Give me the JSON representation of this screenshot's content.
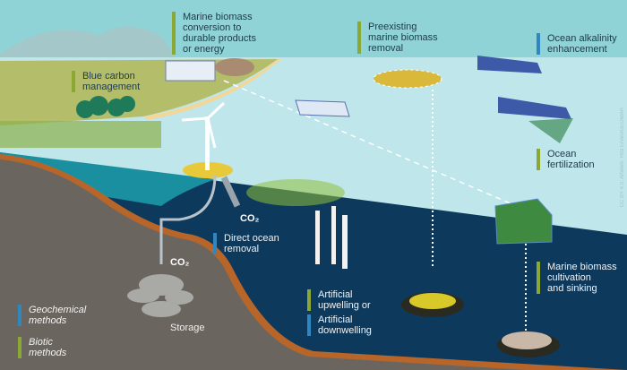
{
  "labels": {
    "conversion": "Marine biomass\nconversion to\ndurable products\nor energy",
    "blue_carbon": "Blue carbon\nmanagement",
    "preexisting": "Preexisting\nmarine biomass\nremoval",
    "alkalinity": "Ocean alkalinity\nenhancement",
    "fertilization": "Ocean\nfertilization",
    "direct_ocean": "Direct ocean\nremoval",
    "upwelling": "Artificial\nupwelling or",
    "downwelling": "Artificial\ndownwelling",
    "cultivation": "Marine biomass\ncultivation\nand sinking",
    "storage": "Storage",
    "co2": "CO₂"
  },
  "legend": {
    "geochemical": "Geochemical\nmethods",
    "biotic": "Biotic\nmethods"
  },
  "credit": "CC BY 4.0, Artwork: Rita Erven/GEOMAR",
  "colors": {
    "biotic": "#8aa832",
    "geochemical": "#2f86c0",
    "deep_ocean": "#0d3a5c",
    "seabed": "#6b6560"
  }
}
